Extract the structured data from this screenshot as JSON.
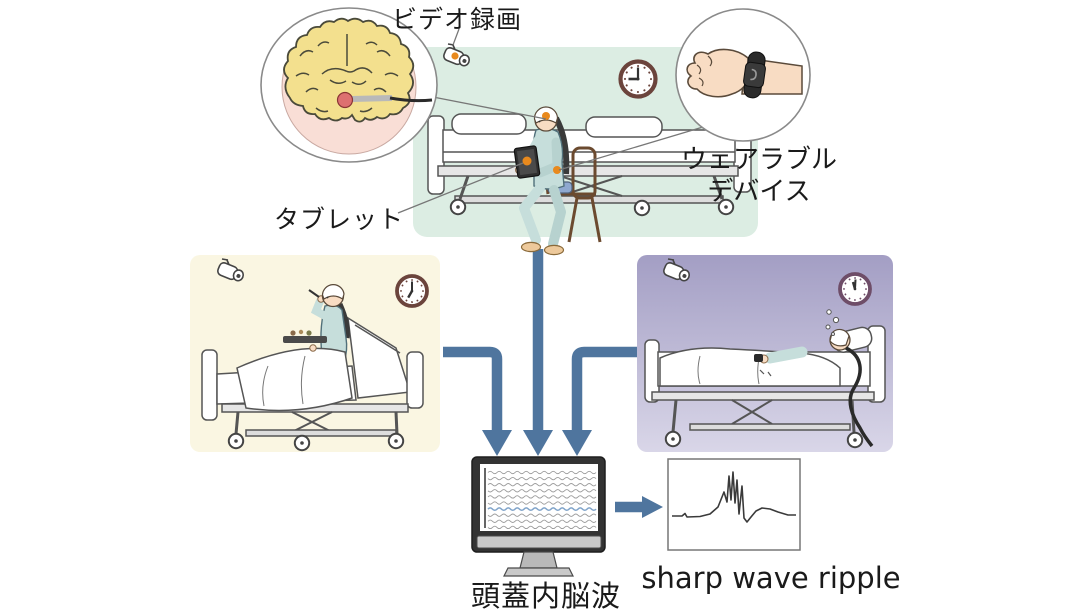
{
  "figure_title": "Intracranial EEG monitoring with video, tablet and wearable device",
  "labels": {
    "video_recording": "ビデオ録画",
    "wearable_line1": "ウェアラブル",
    "wearable_line2": "デバイス",
    "tablet": "タブレット",
    "intracranial_eeg": "頭蓋内脳波",
    "sharp_wave_ripple": "sharp wave ripple"
  },
  "scenes": {
    "top_panel": {
      "description": "patient sitting beside hospital bed using tablet",
      "clock_time": "9:00",
      "bg_color": "#dcede3"
    },
    "left_panel": {
      "description": "patient eating meal in bed",
      "clock_time": "7:00",
      "bg_color": "#faf6e2"
    },
    "right_panel": {
      "description": "patient sleeping in bed",
      "clock_time": "11:57",
      "bg_color_top": "#a39ec4",
      "bg_color_bottom": "#d9d6e8"
    }
  },
  "monitor": {
    "trace_count": 10,
    "highlighted_trace_index": 7,
    "highlight_color": "#7fa3c9"
  },
  "icons": {
    "camera": "video-camera-icon",
    "clock": "wall-clock-icon",
    "brain": "brain-coronal-section-with-electrode",
    "wearable": "wristwatch-wearable-device",
    "monitor": "eeg-monitor",
    "arrow": "flow-arrow"
  },
  "colors": {
    "arrow": "#4f759e",
    "highlight_dot": "#e8891d",
    "brain_fill": "#f3e08e",
    "brain_inset_bg": "#f9ded6",
    "hippocampus": "#dd7070",
    "pajama": "#c6dedb",
    "skin": "#f8dcc3",
    "clock_rim_brown": "#6b443c",
    "clock_rim_purple": "#6e4d68"
  }
}
